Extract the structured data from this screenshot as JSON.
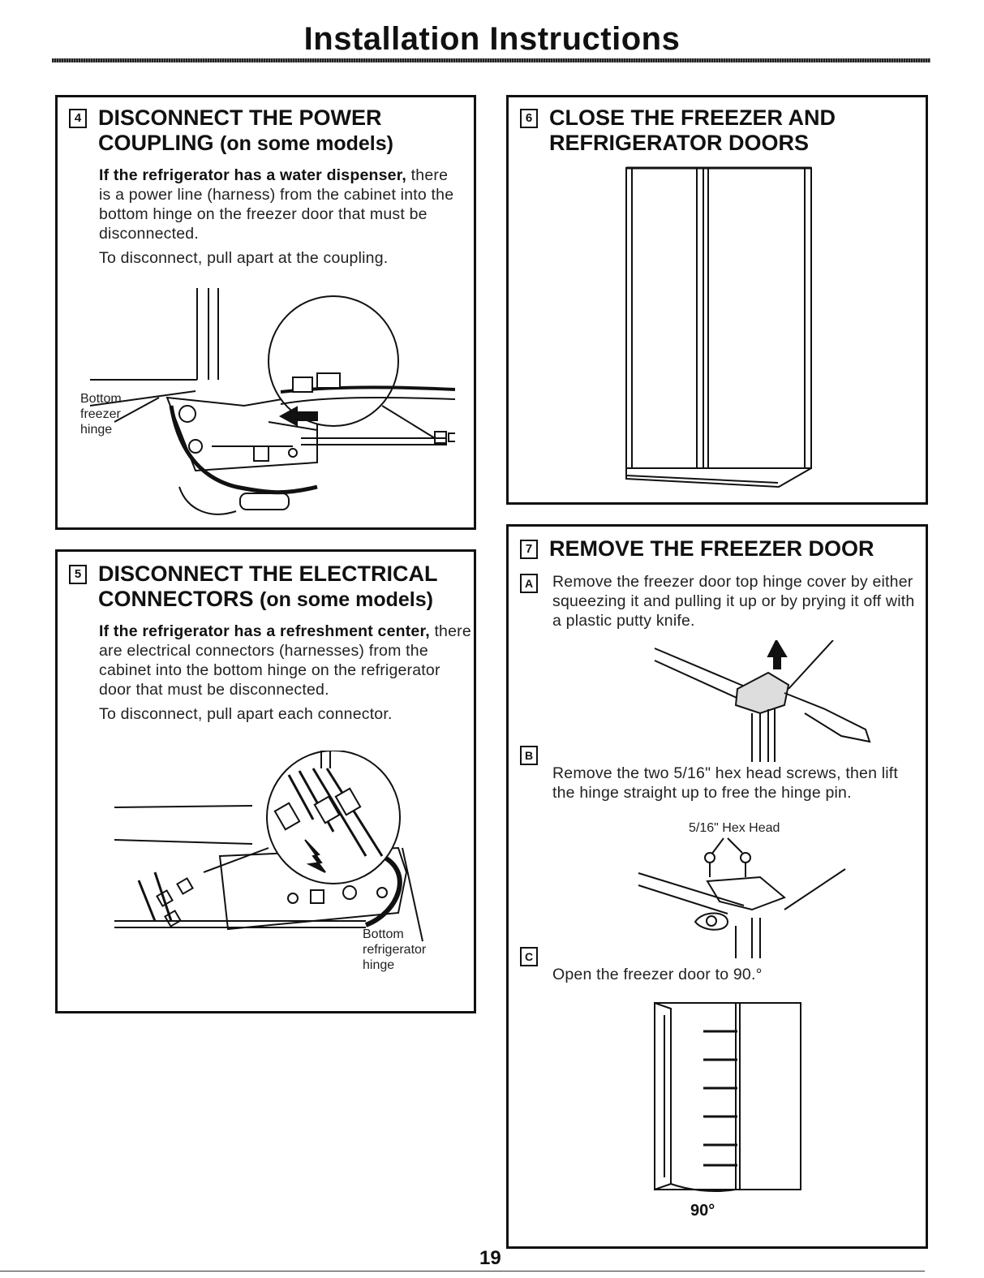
{
  "header": {
    "title": "Installation Instructions"
  },
  "step4": {
    "number": "4",
    "heading_line1": "DISCONNECT THE POWER",
    "heading_line2": "COUPLING",
    "heading_suffix": "(on some models)",
    "lead": "If the refrigerator has a water dispenser,",
    "body": "there is a power line (harness) from the cabinet into the bottom hinge on the freezer door that must be disconnected.",
    "instruction": "To disconnect, pull apart at the coupling.",
    "callout": [
      "Bottom",
      "freezer",
      "hinge"
    ]
  },
  "step5": {
    "number": "5",
    "heading_line1": "DISCONNECT THE ELECTRICAL",
    "heading_line2": "CONNECTORS",
    "heading_suffix": "(on some models)",
    "lead": "If the refrigerator has a refreshment center,",
    "body": "there are electrical connectors (harnesses) from the cabinet into the bottom hinge on the refrigerator door that must be disconnected.",
    "instruction": "To disconnect, pull apart each connector.",
    "callout": [
      "Bottom",
      "refrigerator",
      "hinge"
    ]
  },
  "step6": {
    "number": "6",
    "heading_line1": "CLOSE THE FREEZER AND",
    "heading_line2": "REFRIGERATOR DOORS"
  },
  "step7": {
    "number": "7",
    "heading": "REMOVE THE FREEZER DOOR",
    "substeps": [
      {
        "letter": "A",
        "text": "Remove the freezer door top hinge cover by either squeezing it and pulling it up or by prying it off with a plastic putty knife."
      },
      {
        "letter": "B",
        "text": "Remove the two 5/16\" hex head screws, then lift the hinge straight up to free the hinge pin."
      },
      {
        "letter": "C",
        "text": "Open the freezer door to 90.°"
      }
    ],
    "hex_label": "5/16\" Hex Head",
    "angle_label": "90°"
  },
  "footer": {
    "page_number": "19"
  }
}
